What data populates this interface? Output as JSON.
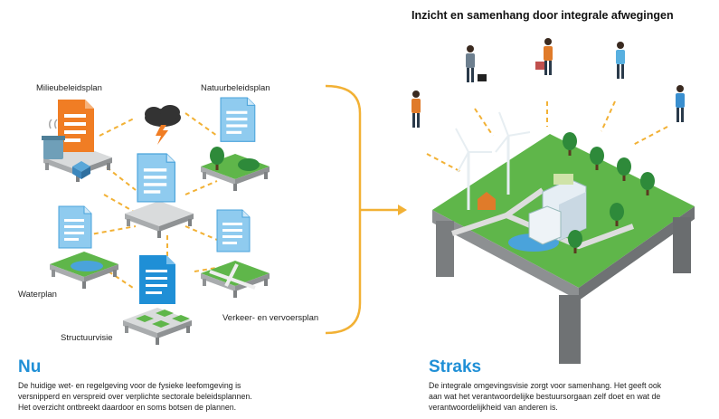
{
  "right": {
    "title": "Inzicht en samenhang door integrale afwegingen",
    "heading": "Straks",
    "text_lines": [
      "De integrale omgevingsvisie zorgt voor samenhang. Het geeft ook",
      "aan wat het verantwoordelijke bestuursorgaan zelf doet en wat de",
      "verantwoordelijkheid van anderen is."
    ]
  },
  "left": {
    "labels": {
      "milieu": "Milieubeleidsplan",
      "natuur": "Natuurbeleidsplan",
      "water": "Waterplan",
      "verkeer": "Verkeer- en vervoersplan",
      "structuur": "Structuurvisie"
    },
    "heading": "Nu",
    "text_lines": [
      "De huidige wet- en regelgeving voor de fysieke leefomgeving is",
      "versnipperd en verspreid over verplichte sectorale beleidsplannen.",
      "Het overzicht ontbreekt daardoor en soms botsen de plannen."
    ]
  },
  "colors": {
    "accent_blue": "#1f8fd6",
    "doc_blue": "#8fcbef",
    "doc_orange": "#f07d24",
    "grass": "#5fb64a",
    "tile_grey": "#c9cbcd",
    "dash_orange": "#f2b135"
  }
}
